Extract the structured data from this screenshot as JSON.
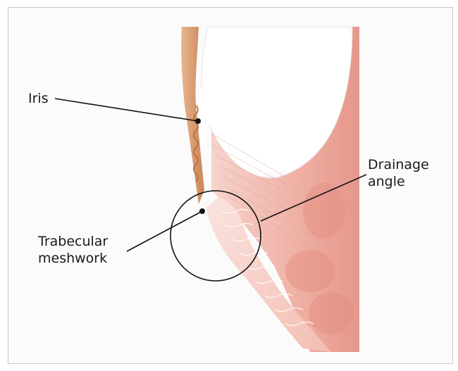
{
  "labels": {
    "iris": "Iris",
    "drainage_angle": [
      "Drainage",
      "angle"
    ],
    "trabecular_meshwork": [
      "Trabecular",
      "meshwork"
    ]
  },
  "colors": {
    "tissue_pink": "#f2b7ad",
    "tissue_deep": "#e79487",
    "iris_tan": "#d79a6f",
    "lens_white": "#ffffff",
    "leader_line": "#111111"
  }
}
